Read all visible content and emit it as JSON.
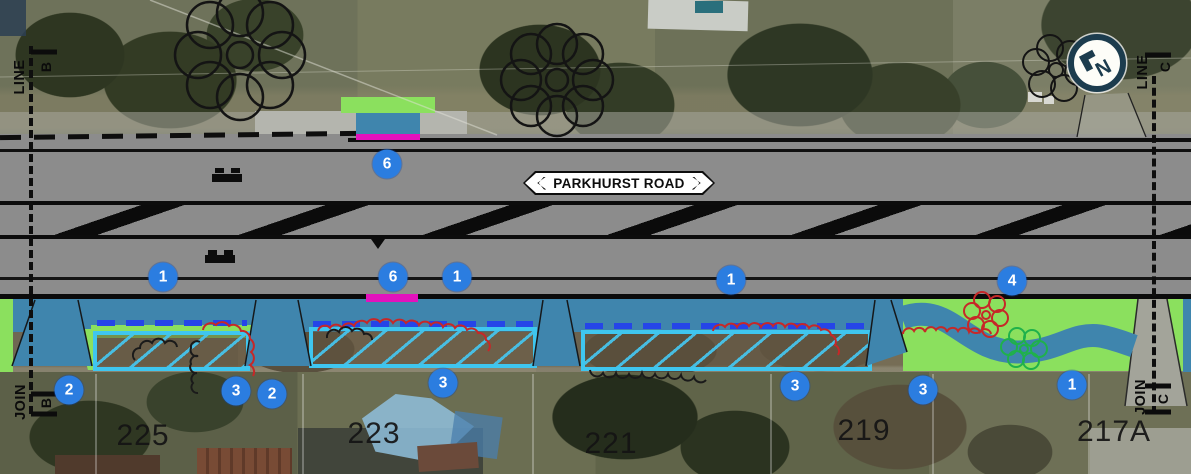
{
  "map": {
    "sign": {
      "text": "PARKHURST ROAD"
    },
    "north": {
      "letter": "N"
    },
    "stations": {
      "top_left": {
        "word": "LINE",
        "letter": "B"
      },
      "top_right": {
        "word": "LINE",
        "letter": "C"
      },
      "bottom_left": {
        "word": "JOIN",
        "letter": "B"
      },
      "bottom_right": {
        "word": "JOIN",
        "letter": "C"
      }
    },
    "markers": [
      {
        "label": "6"
      },
      {
        "label": "1"
      },
      {
        "label": "6"
      },
      {
        "label": "1"
      },
      {
        "label": "1"
      },
      {
        "label": "4"
      },
      {
        "label": "2"
      },
      {
        "label": "3"
      },
      {
        "label": "2"
      },
      {
        "label": "3"
      },
      {
        "label": "3"
      },
      {
        "label": "3"
      },
      {
        "label": "1"
      }
    ],
    "houses": [
      {
        "label": "225"
      },
      {
        "label": "223"
      },
      {
        "label": "221"
      },
      {
        "label": "219"
      },
      {
        "label": "217A"
      }
    ],
    "colors": {
      "marker_blue": "#2b7de0",
      "path_blue": "#3f85ad",
      "verge_green": "#8be05e",
      "parking_bay_cyan": "#3fc6ef",
      "parking_tick_blue": "#2545e8",
      "bus_stop_magenta": "#e312bd",
      "annotation_red": "#c62828",
      "proposed_tree_green": "#1fb14b",
      "road_gray": "#8c8c8c",
      "north_icon_navy": "#1c3c4e"
    }
  }
}
